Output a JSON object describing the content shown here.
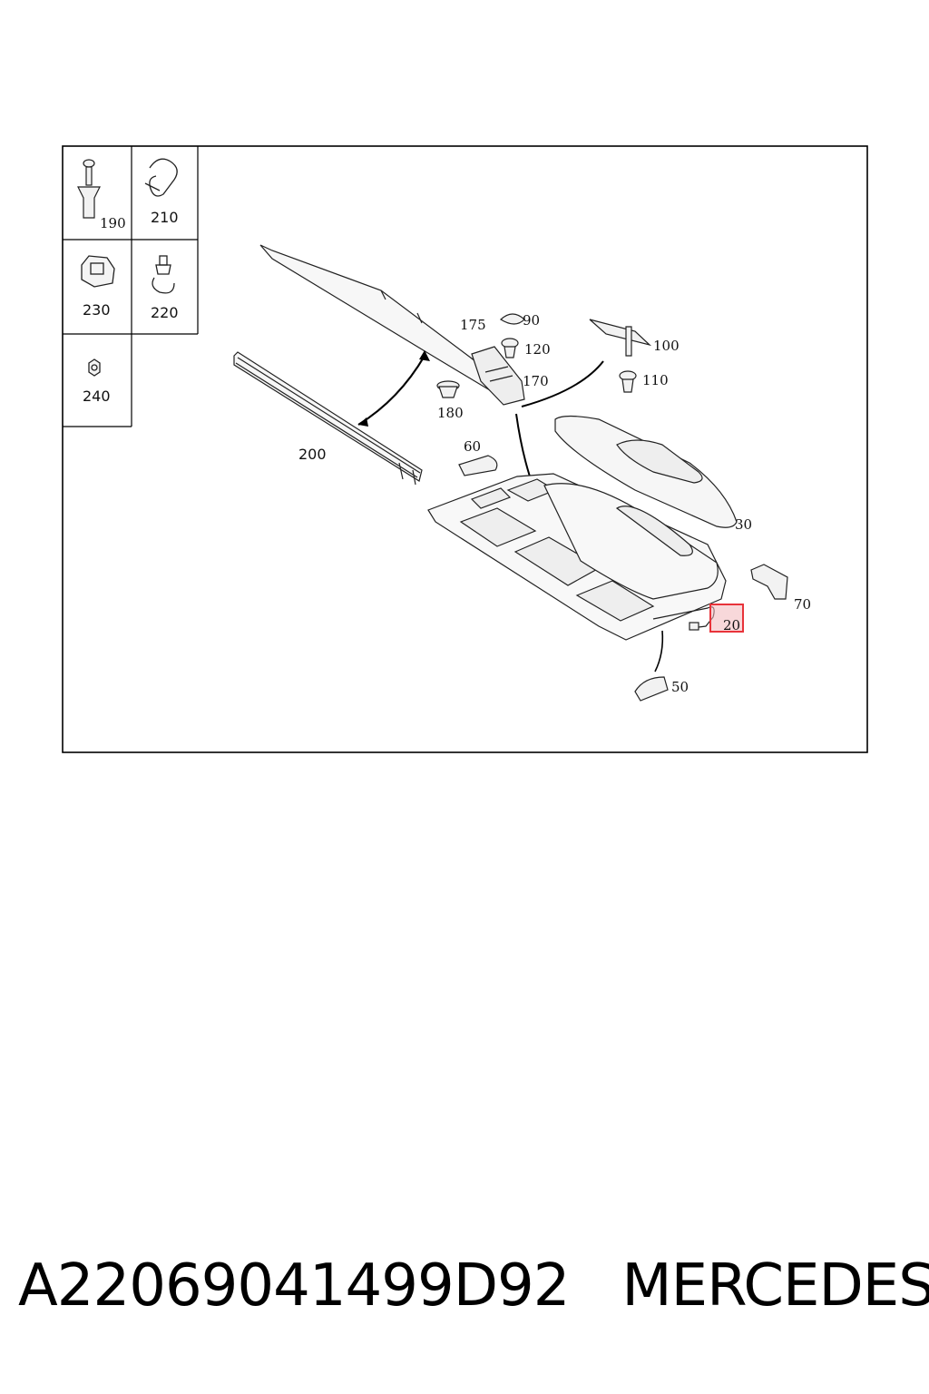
{
  "diagram": {
    "inset_labels": [
      "190",
      "210",
      "230",
      "220",
      "240"
    ],
    "callouts": [
      "175",
      "90",
      "120",
      "100",
      "170",
      "110",
      "180",
      "60",
      "200",
      "30",
      "70",
      "20",
      "50"
    ],
    "highlighted_callout": "20",
    "highlight_color": "#e8333a"
  },
  "footer": {
    "part_number": "A22069041499D92",
    "brand": "MERCEDES"
  }
}
